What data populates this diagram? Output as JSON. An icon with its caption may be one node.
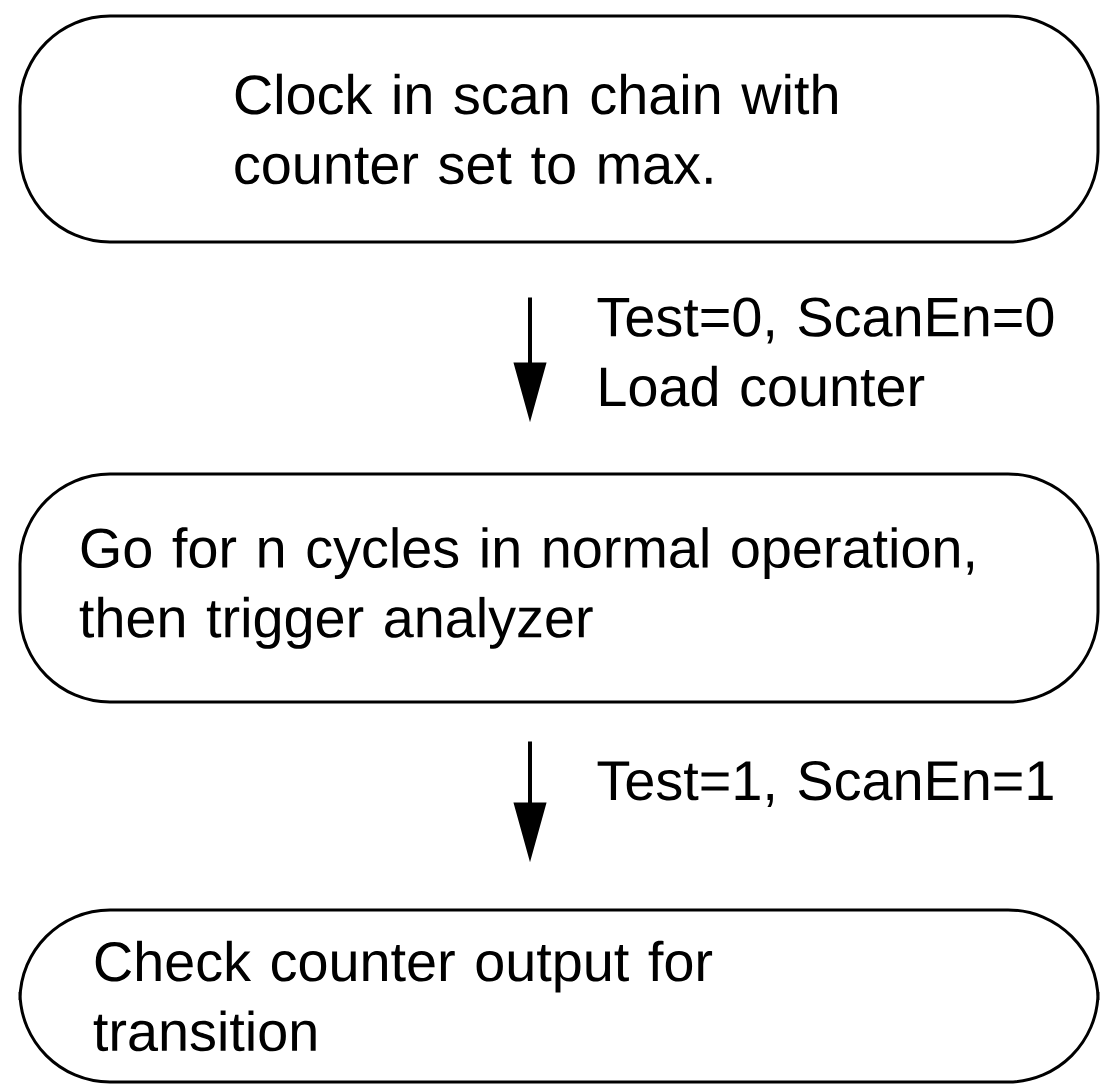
{
  "diagram": {
    "nodes": [
      {
        "text": [
          "Clock in scan chain with counter set to max."
        ]
      },
      {
        "text": [
          "Go for n cycles in normal operation, then trigger analyzer"
        ]
      },
      {
        "text": [
          "Check counter output for transition"
        ]
      }
    ],
    "edges": [
      {
        "from": 0,
        "to": 1,
        "arrow": "to",
        "label": "Test=0, ScanEn=0 Load counter"
      },
      {
        "from": 1,
        "to": 2,
        "arrow": "to",
        "label": "Test=1, ScanEn=1"
      }
    ]
  }
}
